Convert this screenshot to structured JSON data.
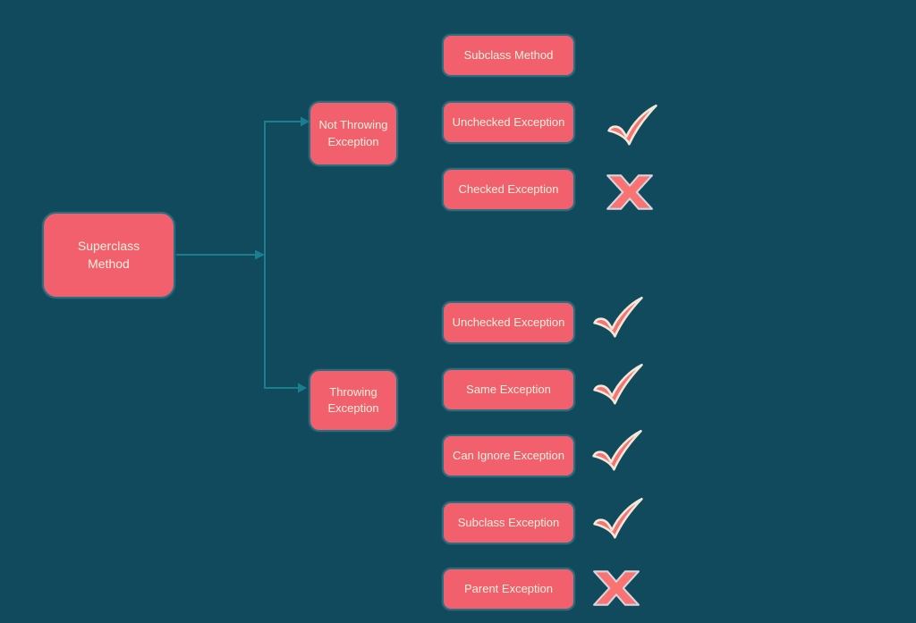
{
  "diagram": {
    "colors": {
      "background": "#114a5c",
      "node_fill": "#f25f6d",
      "node_border": "#2b6e80",
      "node_text": "#f7f1de",
      "connector": "#1a7e91",
      "check_fill": "#f97373",
      "check_outline": "#f0e9da",
      "cross_fill": "#f97373",
      "cross_outline": "#d8d4de"
    },
    "root_node": {
      "label": "Superclass Method"
    },
    "branch_nodes": [
      {
        "label": "Not Throwing Exception"
      },
      {
        "label": "Throwing Exception"
      }
    ],
    "top_group": {
      "rows": [
        {
          "label": "Subclass Method",
          "verdict": "none"
        },
        {
          "label": "Unchecked Exception",
          "verdict": "allowed"
        },
        {
          "label": "Checked Exception",
          "verdict": "not-allowed"
        }
      ]
    },
    "bottom_group": {
      "rows": [
        {
          "label": "Unchecked Exception",
          "verdict": "allowed"
        },
        {
          "label": "Same Exception",
          "verdict": "allowed"
        },
        {
          "label": "Can Ignore Exception",
          "verdict": "allowed"
        },
        {
          "label": "Subclass Exception",
          "verdict": "allowed"
        },
        {
          "label": "Parent Exception",
          "verdict": "not-allowed"
        }
      ]
    }
  }
}
